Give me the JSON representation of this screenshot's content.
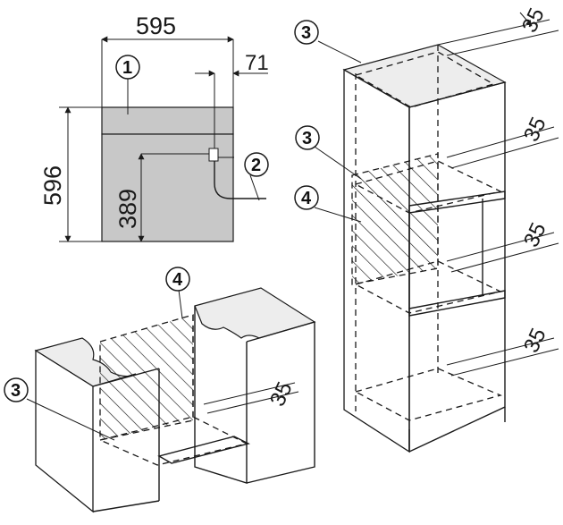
{
  "dimensions": {
    "oven_width": "595",
    "oven_height": "596",
    "control_height": "389",
    "connection_offset": "71",
    "ventilation_gap": "35"
  },
  "callouts": {
    "front_panel": "1",
    "connection_cable": "2",
    "ventilation_opening": "3",
    "rear_wall_cutout": "4"
  }
}
